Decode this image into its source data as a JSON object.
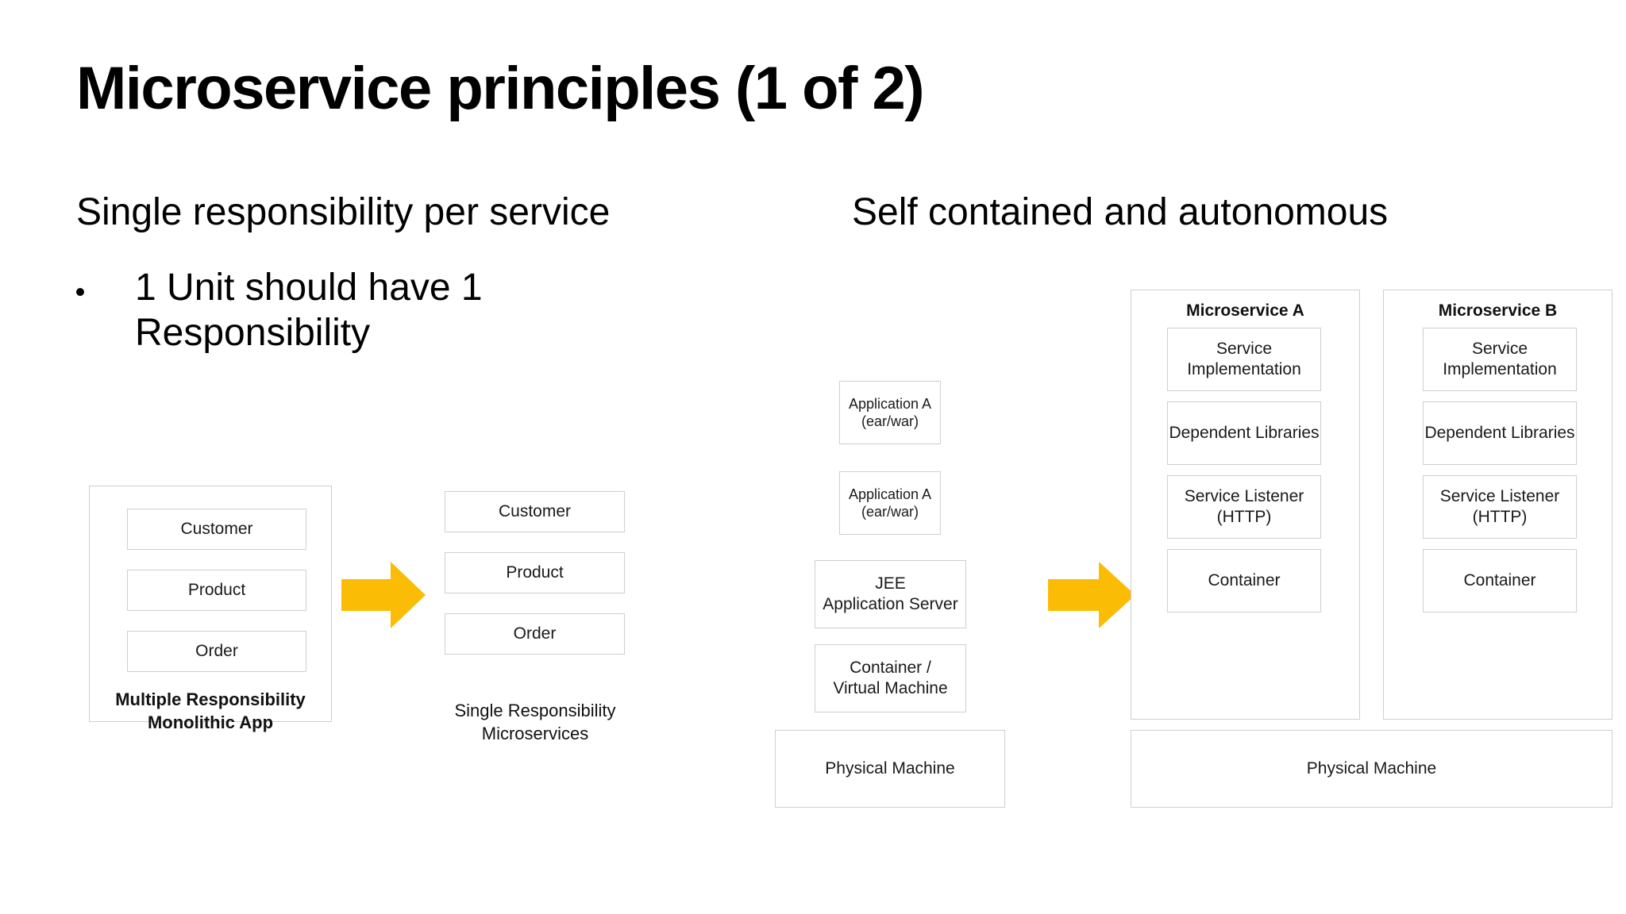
{
  "slide": {
    "title": "Microservice principles (1 of 2)",
    "background_color": "#ffffff",
    "accent_color": "#fbbc05",
    "box_border_color": "#cfcfcf"
  },
  "left_column": {
    "heading": "Single responsibility per service",
    "bullets": [
      {
        "marker": "bullet-dot",
        "text": "1 Unit should have 1 Responsibility"
      }
    ],
    "diagram": {
      "monolith": {
        "caption": "Multiple Responsibility\nMonolithic App",
        "caption_line1": "Multiple Responsibility",
        "caption_line2": "Monolithic App",
        "modules": [
          "Customer",
          "Product",
          "Order"
        ]
      },
      "arrow": {
        "icon": "right-arrow-icon",
        "color": "#fbbc05"
      },
      "microservices": {
        "caption_line1": "Single Responsibility",
        "caption_line2": "Microservices",
        "services": [
          "Customer",
          "Product",
          "Order"
        ]
      }
    }
  },
  "right_column": {
    "heading": "Self contained and autonomous",
    "diagram": {
      "monolith_stack": {
        "layers": [
          {
            "line1": "Application A",
            "line2": "(ear/war)"
          },
          {
            "line1": "Application A",
            "line2": "(ear/war)"
          },
          {
            "line1": "JEE",
            "line2": "Application Server"
          },
          {
            "line1": "Container /",
            "line2": "Virtual Machine"
          }
        ],
        "base": {
          "line1": "Physical Machine",
          "line2": ""
        }
      },
      "arrow": {
        "icon": "right-arrow-icon",
        "color": "#fbbc05"
      },
      "microservices": [
        {
          "title": "Microservice A",
          "layers": [
            {
              "line1": "Service",
              "line2": "Implementation"
            },
            {
              "line1": "Dependent Libraries",
              "line2": ""
            },
            {
              "line1": "Service Listener",
              "line2": "(HTTP)"
            },
            {
              "line1": "Container",
              "line2": ""
            }
          ]
        },
        {
          "title": "Microservice B",
          "layers": [
            {
              "line1": "Service",
              "line2": "Implementation"
            },
            {
              "line1": "Dependent Libraries",
              "line2": ""
            },
            {
              "line1": "Service Listener",
              "line2": "(HTTP)"
            },
            {
              "line1": "Container",
              "line2": ""
            }
          ]
        }
      ],
      "base": {
        "line1": "Physical Machine",
        "line2": ""
      }
    }
  }
}
